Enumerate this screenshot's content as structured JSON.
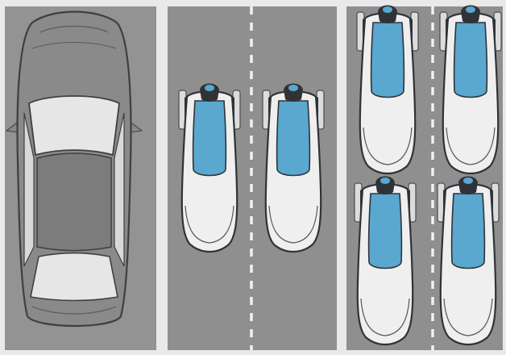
{
  "scene": {
    "colors": {
      "paper": "#e9e9e9",
      "road": "#8f8f8f",
      "road_left": "#939393",
      "lane_line": "#f1f1f1",
      "car_body": "#8a8a8a",
      "car_outline": "#4a4a4a",
      "car_glass": "#e6e6e6",
      "pod_body": "#efefef",
      "pod_canopy": "#5aa7cf",
      "pod_dark": "#2f3338",
      "pod_wheel": "#dcdcdc"
    },
    "lanes": [
      {
        "label": "conventional-car-lane",
        "vehicles": 1
      },
      {
        "label": "two-pod-lanes",
        "vehicles": 2
      },
      {
        "label": "four-pod-lanes",
        "vehicles": 4
      }
    ]
  }
}
